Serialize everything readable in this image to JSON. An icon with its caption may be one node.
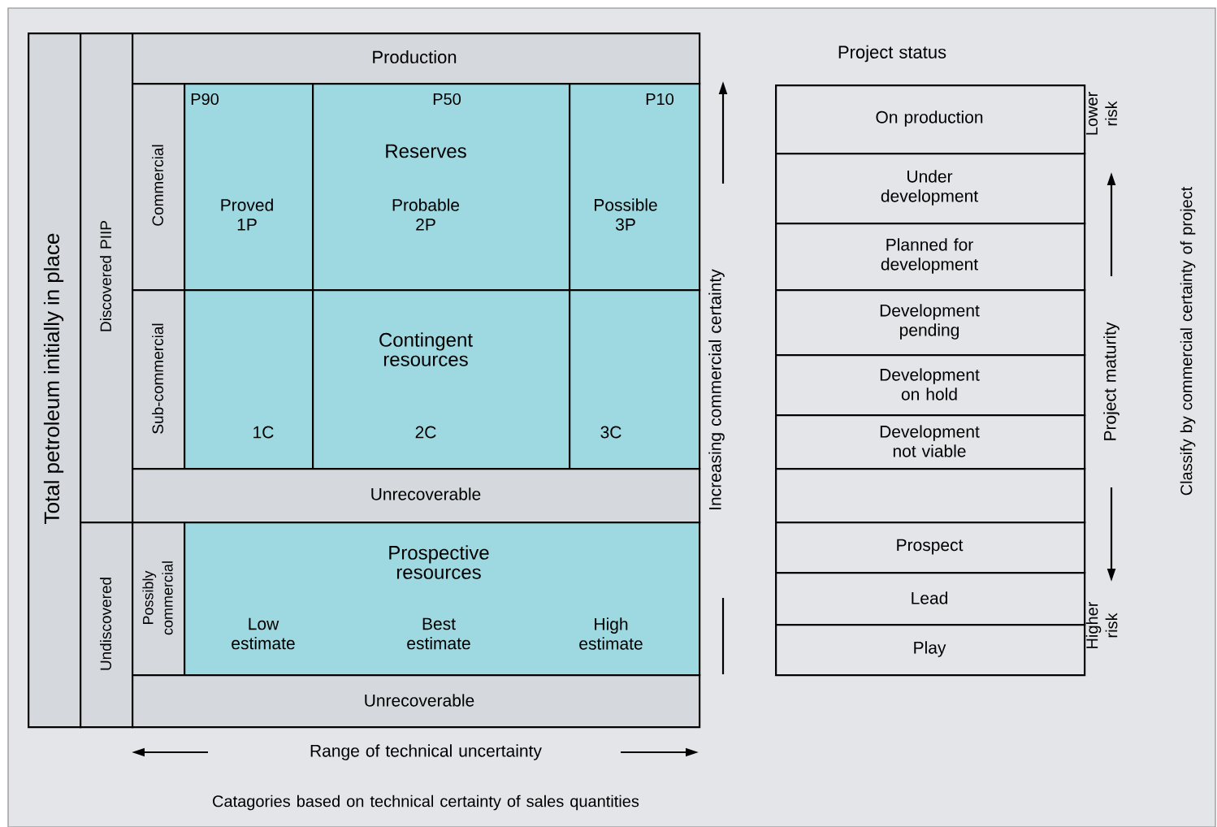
{
  "diagram": {
    "nodes": [
      {
        "text": [
          "Total petroleum initially in place"
        ]
      },
      {
        "text": [
          "Discovered PIIP"
        ]
      },
      {
        "text": [
          "Production"
        ]
      },
      {
        "text": [
          "Commercial"
        ]
      },
      {
        "text": [
          "P90",
          "Proved 1P"
        ]
      },
      {
        "text": [
          "P50",
          "Reserves",
          "Probable 2P"
        ]
      },
      {
        "text": [
          "P10",
          "Possible 3P"
        ]
      },
      {
        "text": [
          "Sub-commercial"
        ]
      },
      {
        "text": [
          "1C"
        ]
      },
      {
        "text": [
          "Contingent resources",
          "2C"
        ]
      },
      {
        "text": [
          "3C"
        ]
      },
      {
        "text": [
          "Unrecoverable"
        ]
      },
      {
        "text": [
          "Undiscovered"
        ]
      },
      {
        "text": [
          "Possibly commercial"
        ]
      },
      {
        "text": [
          "Prospective resources",
          "Low estimate",
          "Best estimate",
          "High estimate"
        ]
      },
      {
        "text": [
          "Unrecoverable"
        ]
      },
      {
        "text": [
          "On production"
        ]
      },
      {
        "text": [
          "Under development"
        ]
      },
      {
        "text": [
          "Planned for development"
        ]
      },
      {
        "text": [
          "Development pending"
        ]
      },
      {
        "text": [
          "Development on hold"
        ]
      },
      {
        "text": [
          "Development not viable"
        ]
      },
      {
        "text": [],
        "shape": "box"
      },
      {
        "text": [
          "Prospect"
        ]
      },
      {
        "text": [
          "Lead"
        ]
      },
      {
        "text": [
          "Play"
        ]
      }
    ],
    "labels": [
      "Project status",
      "Increasing commercial certainty",
      "Range of technical uncertainty",
      "Catagories based on technical certainty of sales quantities",
      "Lower risk",
      "Project maturity",
      "Higher risk",
      "Classify by commercial certainty of project"
    ]
  }
}
